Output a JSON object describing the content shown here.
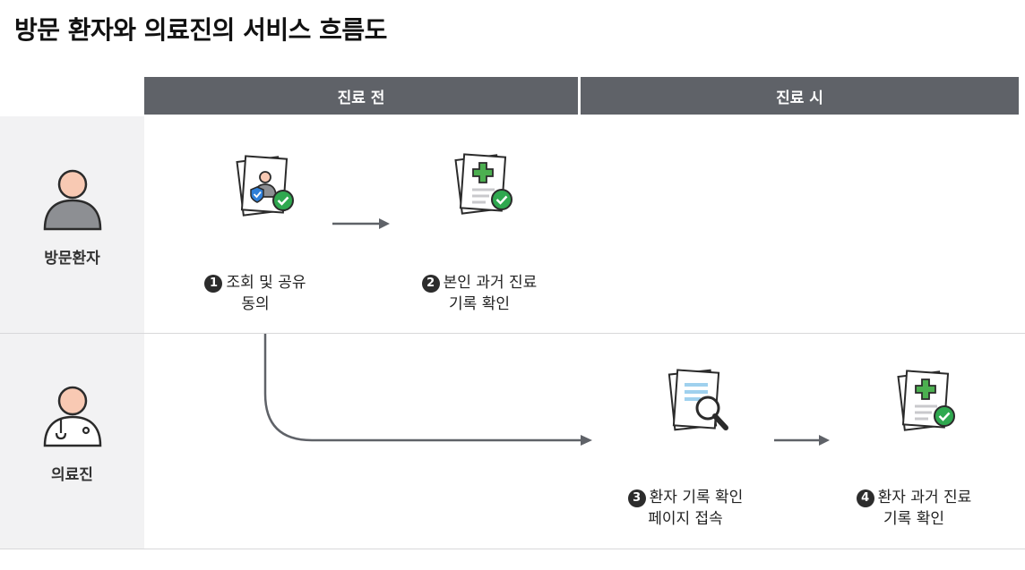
{
  "title": "방문 환자와 의료진의 서비스 흐름도",
  "columns": [
    {
      "label": "진료 전"
    },
    {
      "label": "진료 시"
    }
  ],
  "actors": [
    {
      "label": "방문환자"
    },
    {
      "label": "의료진"
    }
  ],
  "steps": [
    {
      "number": "1",
      "text": "조회 및 공유\n동의"
    },
    {
      "number": "2",
      "text": "본인 과거 진료\n기록 확인"
    },
    {
      "number": "3",
      "text": "환자 기록 확인\n페이지 접속"
    },
    {
      "number": "4",
      "text": "환자 과거 진료\n기록 확인"
    }
  ],
  "colors": {
    "header": "#5f6268",
    "actor_fill": "#f8c9b3",
    "check_green": "#2fa84f",
    "cross_green": "#4caf50",
    "arrow": "#5f6268",
    "doc_lines": "#9fd1ee"
  },
  "icons": {
    "step1": "document-user-shield-check-icon",
    "step2": "medical-document-check-icon",
    "step3": "document-search-icon",
    "step4": "medical-document-check-icon"
  }
}
